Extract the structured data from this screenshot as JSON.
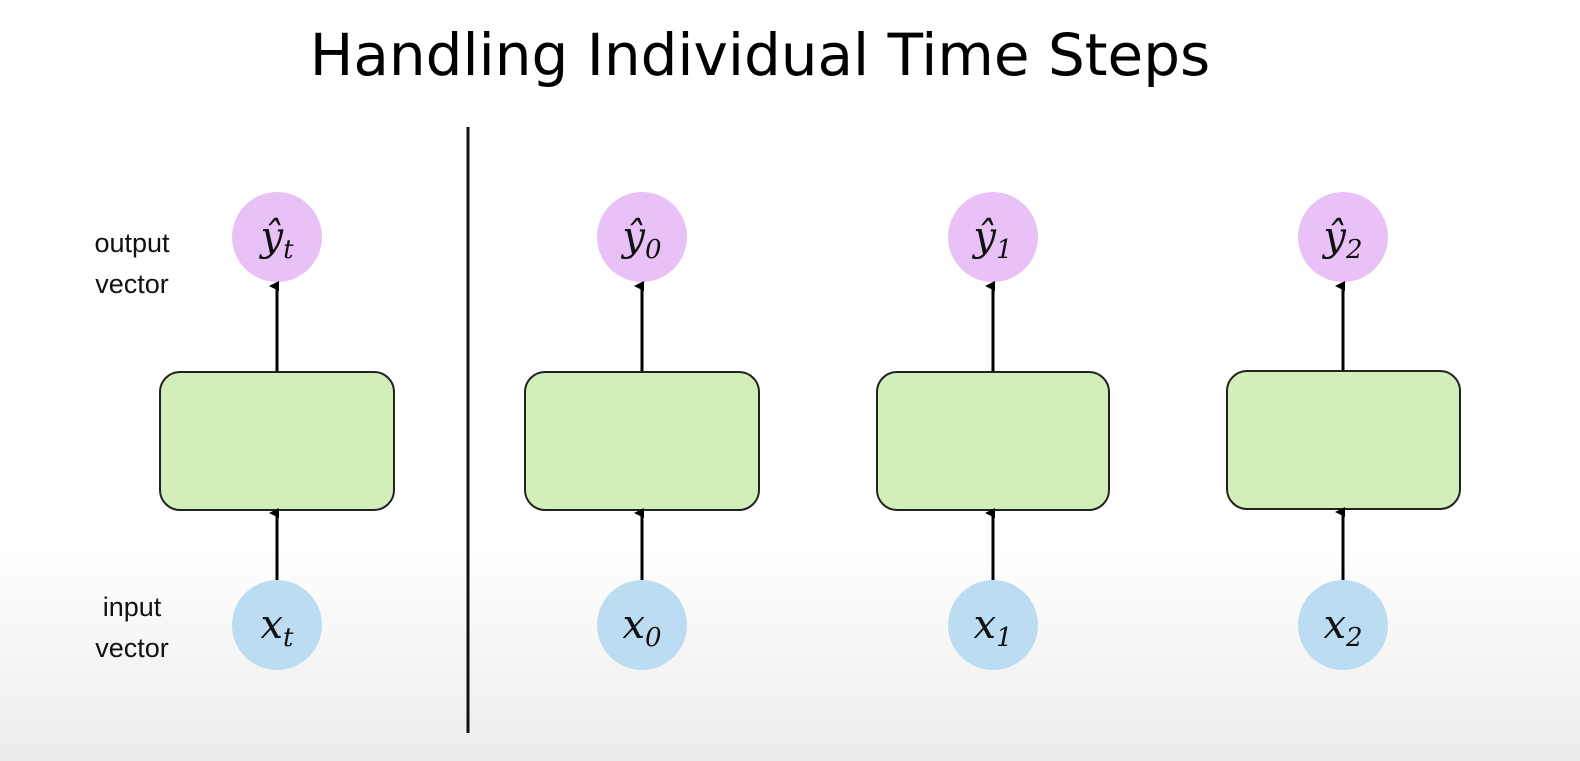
{
  "title": "Handling Individual Time Steps",
  "labels": {
    "output": [
      "output",
      "vector"
    ],
    "input": [
      "input",
      "vector"
    ]
  },
  "single": {
    "output": {
      "base": "ŷ",
      "sub": "t"
    },
    "input": {
      "base": "x",
      "sub": "t"
    }
  },
  "steps": [
    {
      "output": {
        "base": "ŷ",
        "sub": "0"
      },
      "input": {
        "base": "x",
        "sub": "0"
      }
    },
    {
      "output": {
        "base": "ŷ",
        "sub": "1"
      },
      "input": {
        "base": "x",
        "sub": "1"
      }
    },
    {
      "output": {
        "base": "ŷ",
        "sub": "2"
      },
      "input": {
        "base": "x",
        "sub": "2"
      }
    }
  ],
  "colors": {
    "output_node": "#e8c1f7",
    "input_node": "#bcdcf2",
    "cell": "#d2efb9",
    "stroke": "#222222"
  }
}
